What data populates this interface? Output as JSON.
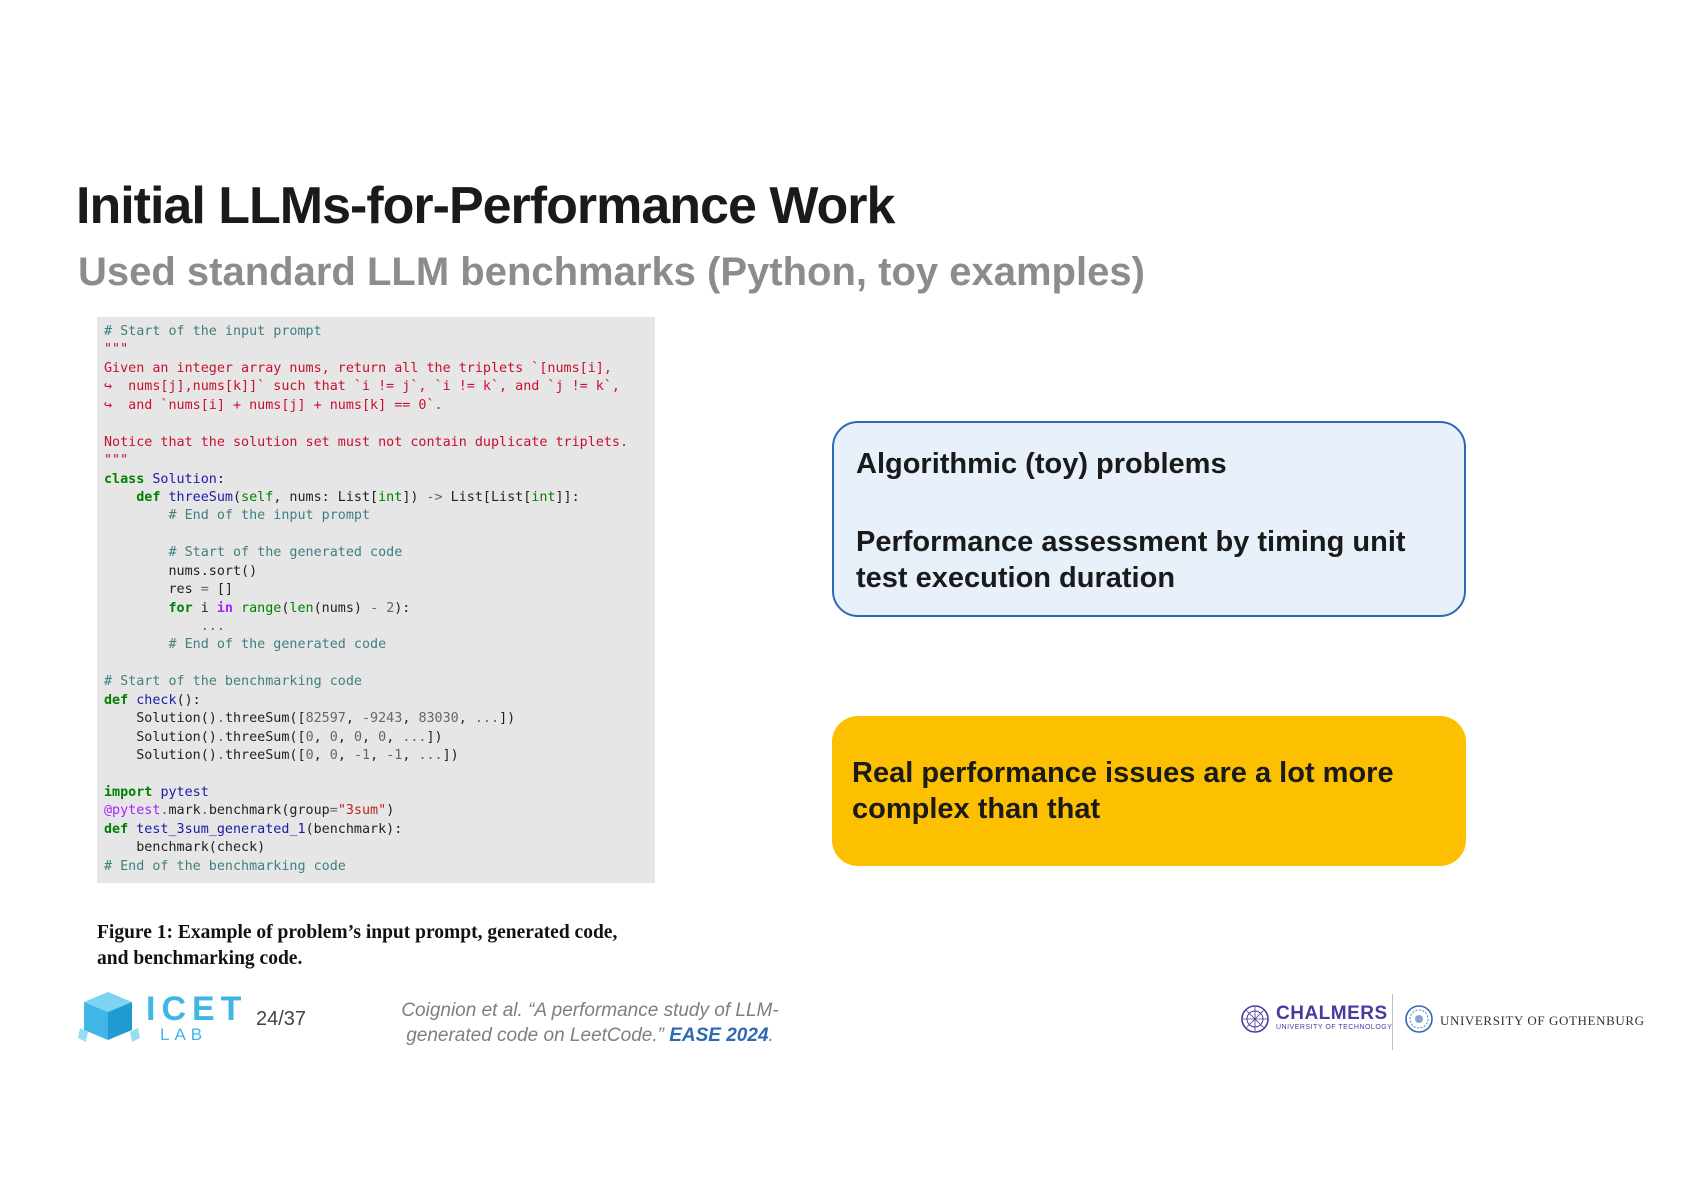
{
  "slide": {
    "title": "Initial LLMs-for-Performance Work",
    "subtitle": "Used standard LLM benchmarks (Python, toy examples)"
  },
  "figure": {
    "code_lines": [
      [
        {
          "t": "# Start of the input prompt",
          "c": "comment"
        }
      ],
      [
        {
          "t": "\"\"\"",
          "c": "doc"
        }
      ],
      [
        {
          "t": "Given an integer array nums, return all the triplets `[nums[i],",
          "c": "doc"
        }
      ],
      [
        {
          "t": "↪  nums[j],nums[k]]` such that `i != j`, `i != k`, and `j != k`,",
          "c": "doc"
        }
      ],
      [
        {
          "t": "↪  and `nums[i] + nums[j] + nums[k] == 0`.",
          "c": "doc"
        }
      ],
      [
        {
          "t": "",
          "c": "plain"
        }
      ],
      [
        {
          "t": "Notice that the solution set must not contain duplicate triplets.",
          "c": "doc"
        }
      ],
      [
        {
          "t": "\"\"\"",
          "c": "doc"
        }
      ],
      [
        {
          "t": "class",
          "c": "kw"
        },
        {
          "t": " ",
          "c": "plain"
        },
        {
          "t": "Solution",
          "c": "def"
        },
        {
          "t": ":",
          "c": "plain"
        }
      ],
      [
        {
          "t": "    ",
          "c": "plain"
        },
        {
          "t": "def",
          "c": "kw"
        },
        {
          "t": " ",
          "c": "plain"
        },
        {
          "t": "threeSum",
          "c": "def"
        },
        {
          "t": "(",
          "c": "plain"
        },
        {
          "t": "self",
          "c": "builtin"
        },
        {
          "t": ", nums: List[",
          "c": "plain"
        },
        {
          "t": "int",
          "c": "builtin"
        },
        {
          "t": "]) ",
          "c": "plain"
        },
        {
          "t": "->",
          "c": "op"
        },
        {
          "t": " List[List[",
          "c": "plain"
        },
        {
          "t": "int",
          "c": "builtin"
        },
        {
          "t": "]]:",
          "c": "plain"
        }
      ],
      [
        {
          "t": "        # End of the input prompt",
          "c": "comment"
        }
      ],
      [
        {
          "t": "",
          "c": "plain"
        }
      ],
      [
        {
          "t": "        # Start of the generated code",
          "c": "comment"
        }
      ],
      [
        {
          "t": "        nums.sort()",
          "c": "plain"
        }
      ],
      [
        {
          "t": "        res ",
          "c": "plain"
        },
        {
          "t": "=",
          "c": "op"
        },
        {
          "t": " []",
          "c": "plain"
        }
      ],
      [
        {
          "t": "        ",
          "c": "plain"
        },
        {
          "t": "for",
          "c": "kw"
        },
        {
          "t": " i ",
          "c": "plain"
        },
        {
          "t": "in",
          "c": "in"
        },
        {
          "t": " ",
          "c": "plain"
        },
        {
          "t": "range",
          "c": "builtin"
        },
        {
          "t": "(",
          "c": "plain"
        },
        {
          "t": "len",
          "c": "builtin"
        },
        {
          "t": "(nums) ",
          "c": "plain"
        },
        {
          "t": "-",
          "c": "op"
        },
        {
          "t": " ",
          "c": "plain"
        },
        {
          "t": "2",
          "c": "num"
        },
        {
          "t": "):",
          "c": "plain"
        }
      ],
      [
        {
          "t": "            ...",
          "c": "num"
        }
      ],
      [
        {
          "t": "        # End of the generated code",
          "c": "comment"
        }
      ],
      [
        {
          "t": "",
          "c": "plain"
        }
      ],
      [
        {
          "t": "# Start of the benchmarking code",
          "c": "comment"
        }
      ],
      [
        {
          "t": "def",
          "c": "kw"
        },
        {
          "t": " ",
          "c": "plain"
        },
        {
          "t": "check",
          "c": "def"
        },
        {
          "t": "():",
          "c": "plain"
        }
      ],
      [
        {
          "t": "    Solution()",
          "c": "plain"
        },
        {
          "t": ".",
          "c": "op"
        },
        {
          "t": "threeSum([",
          "c": "plain"
        },
        {
          "t": "82597",
          "c": "num"
        },
        {
          "t": ", ",
          "c": "plain"
        },
        {
          "t": "-9243",
          "c": "num"
        },
        {
          "t": ", ",
          "c": "plain"
        },
        {
          "t": "83030",
          "c": "num"
        },
        {
          "t": ", ",
          "c": "plain"
        },
        {
          "t": "...",
          "c": "num"
        },
        {
          "t": "])",
          "c": "plain"
        }
      ],
      [
        {
          "t": "    Solution()",
          "c": "plain"
        },
        {
          "t": ".",
          "c": "op"
        },
        {
          "t": "threeSum([",
          "c": "plain"
        },
        {
          "t": "0",
          "c": "num"
        },
        {
          "t": ", ",
          "c": "plain"
        },
        {
          "t": "0",
          "c": "num"
        },
        {
          "t": ", ",
          "c": "plain"
        },
        {
          "t": "0",
          "c": "num"
        },
        {
          "t": ", ",
          "c": "plain"
        },
        {
          "t": "0",
          "c": "num"
        },
        {
          "t": ", ",
          "c": "plain"
        },
        {
          "t": "...",
          "c": "num"
        },
        {
          "t": "])",
          "c": "plain"
        }
      ],
      [
        {
          "t": "    Solution()",
          "c": "plain"
        },
        {
          "t": ".",
          "c": "op"
        },
        {
          "t": "threeSum([",
          "c": "plain"
        },
        {
          "t": "0",
          "c": "num"
        },
        {
          "t": ", ",
          "c": "plain"
        },
        {
          "t": "0",
          "c": "num"
        },
        {
          "t": ", ",
          "c": "plain"
        },
        {
          "t": "-1",
          "c": "num"
        },
        {
          "t": ", ",
          "c": "plain"
        },
        {
          "t": "-1",
          "c": "num"
        },
        {
          "t": ", ",
          "c": "plain"
        },
        {
          "t": "...",
          "c": "num"
        },
        {
          "t": "])",
          "c": "plain"
        }
      ],
      [
        {
          "t": "",
          "c": "plain"
        }
      ],
      [
        {
          "t": "import",
          "c": "kw"
        },
        {
          "t": " ",
          "c": "plain"
        },
        {
          "t": "pytest",
          "c": "def"
        }
      ],
      [
        {
          "t": "@pytest",
          "c": "dec"
        },
        {
          "t": ".",
          "c": "op"
        },
        {
          "t": "mark",
          "c": "plain"
        },
        {
          "t": ".",
          "c": "op"
        },
        {
          "t": "benchmark(group",
          "c": "plain"
        },
        {
          "t": "=",
          "c": "op"
        },
        {
          "t": "\"3sum\"",
          "c": "str"
        },
        {
          "t": ")",
          "c": "plain"
        }
      ],
      [
        {
          "t": "def",
          "c": "kw"
        },
        {
          "t": " ",
          "c": "plain"
        },
        {
          "t": "test_3sum_generated_1",
          "c": "def"
        },
        {
          "t": "(benchmark):",
          "c": "plain"
        }
      ],
      [
        {
          "t": "    benchmark(check)",
          "c": "plain"
        }
      ],
      [
        {
          "t": "# End of the benchmarking code",
          "c": "comment"
        }
      ]
    ],
    "caption_line1": "Figure 1: Example of problem’s input prompt, generated code,",
    "caption_line2": "and benchmarking code."
  },
  "callouts": {
    "blue_line1": "Algorithmic (toy) problems",
    "blue_line2": "Performance assessment by timing unit test execution duration",
    "yellow": "Real performance issues are a lot more complex than that"
  },
  "footer": {
    "lab_name": "ICET",
    "lab_sub": "LAB",
    "page_number": "24/37",
    "reference_line1": "Coignion et al. “A performance study of LLM-",
    "reference_line2": "generated code on LeetCode.” ",
    "reference_venue": "EASE 2024",
    "reference_end": ".",
    "chalmers_name": "CHALMERS",
    "chalmers_sub": "UNIVERSITY OF TECHNOLOGY",
    "gothenburg_name": "UNIVERSITY OF GOTHENBURG"
  },
  "icons": {
    "lab_logo": "cube-icon",
    "chalmers_logo": "chalmers-seal-icon",
    "gothenburg_logo": "gothenburg-seal-icon"
  },
  "colors": {
    "accent_blue": "#2e6ab3",
    "callout_blue_bg": "#e8f0f9",
    "callout_yellow": "#fcc000",
    "icet_cyan": "#3fb6e6",
    "chalmers_purple": "#4b3a9e"
  }
}
